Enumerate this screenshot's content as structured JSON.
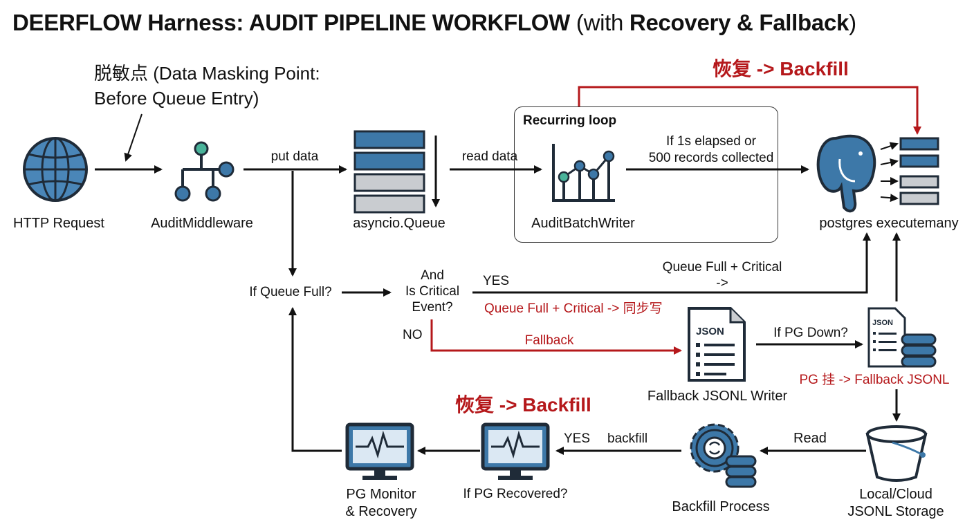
{
  "title": {
    "part1": "DEERFLOW Harness: AUDIT PIPELINE WORKFLOW",
    "part2": "(with ",
    "part3": "Recovery & Fallback",
    "part4": ")"
  },
  "masking_note": {
    "line1": "脱敏点 (Data Masking Point:",
    "line2": "Before Queue Entry)"
  },
  "nodes": {
    "http_request": "HTTP Request",
    "audit_middleware": "AuditMiddleware",
    "asyncio_queue": "asyncio.Queue",
    "batch_writer": "AuditBatchWriter",
    "postgres": "postgres executemany",
    "fallback_writer": "Fallback JSONL Writer",
    "backfill_process": "Backfill Process",
    "storage_line1": "Local/Cloud",
    "storage_line2": "JSONL Storage",
    "pg_recovered": "If PG Recovered?",
    "pg_monitor_line1": "PG Monitor",
    "pg_monitor_line2": "& Recovery"
  },
  "edges": {
    "put_data": "put data",
    "read_data": "read data",
    "batch_cond_line1": "If 1s elapsed or",
    "batch_cond_line2": "500 records collected",
    "recurring_loop": "Recurring loop",
    "recovery_top": "恢复 -> Backfill",
    "if_queue_full": "If Queue Full?",
    "critical_line1": "And",
    "critical_line2": "Is Critical",
    "critical_line3": "Event?",
    "yes": "YES",
    "no": "NO",
    "queue_full_critical_line1": "Queue Full + Critical",
    "queue_full_critical_line2": "->",
    "queue_full_sync": "Queue Full + Critical -> 同步写",
    "fallback": "Fallback",
    "if_pg_down": "If PG Down?",
    "pg_down_fallback": "PG 挂 -> Fallback JSONL",
    "read": "Read",
    "yes_backfill_yes": "YES",
    "yes_backfill_label": "backfill",
    "recovery_bottom": "恢复 -> Backfill"
  },
  "icons": {
    "http_request": "globe-icon",
    "audit_middleware": "network-tree-icon",
    "asyncio_queue": "queue-stack-icon",
    "batch_writer": "line-chart-icon",
    "postgres": "postgres-elephant-icon",
    "fallback_writer": "json-file-icon",
    "pg_down": "json-database-icon",
    "storage": "bucket-icon",
    "backfill_process": "gear-database-icon",
    "pg_recovered": "monitor-pulse-icon",
    "pg_monitor": "monitor-pulse-icon"
  },
  "colors": {
    "accent_blue": "#3d78a8",
    "dark": "#1f2b38",
    "red": "#b5181b",
    "gray": "#c9ccd0",
    "teal": "#49b39a"
  }
}
